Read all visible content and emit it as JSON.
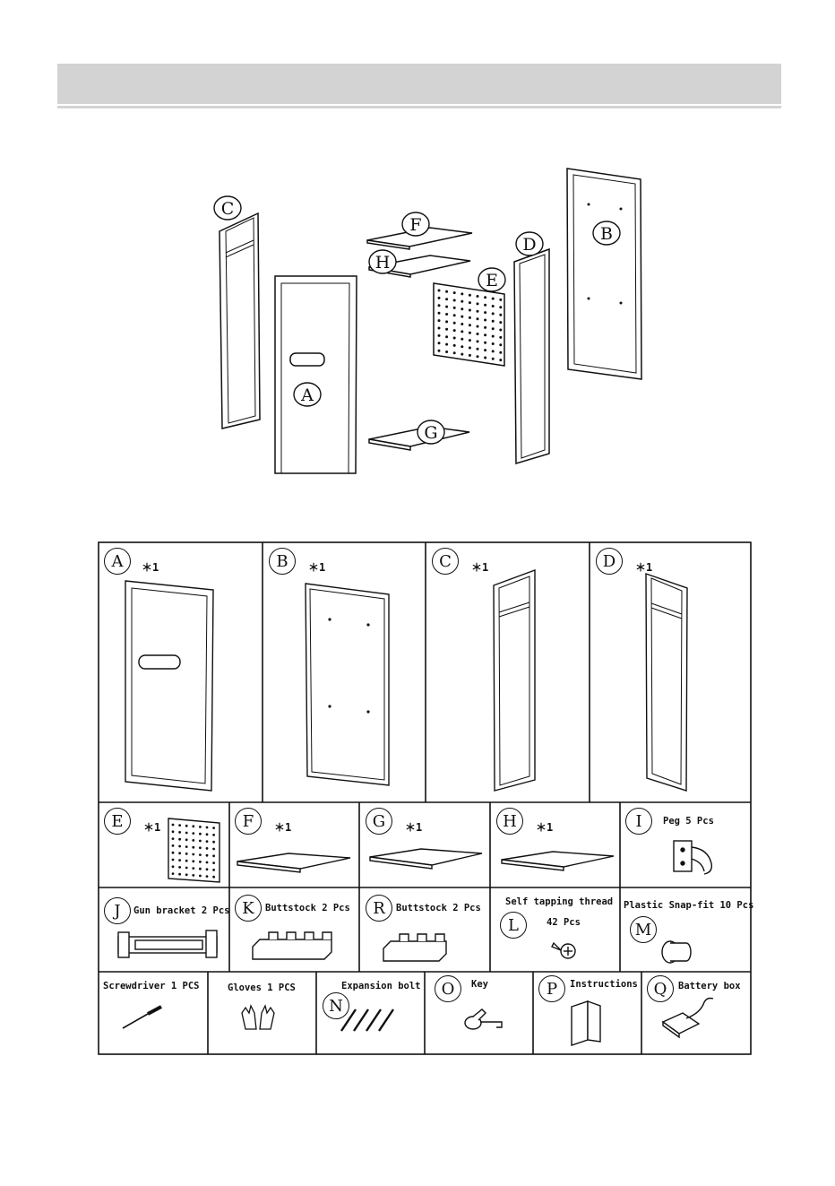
{
  "exploded_view": {
    "callouts": [
      "A",
      "B",
      "C",
      "D",
      "E",
      "F",
      "G",
      "H"
    ]
  },
  "parts": {
    "A": {
      "letter": "A",
      "qty": "＊1"
    },
    "B": {
      "letter": "B",
      "qty": "＊1"
    },
    "C": {
      "letter": "C",
      "qty": "＊1"
    },
    "D": {
      "letter": "D",
      "qty": "＊1"
    },
    "E": {
      "letter": "E",
      "qty": "＊1"
    },
    "F": {
      "letter": "F",
      "qty": "＊1"
    },
    "G": {
      "letter": "G",
      "qty": "＊1"
    },
    "H": {
      "letter": "H",
      "qty": "＊1"
    },
    "I": {
      "letter": "I",
      "desc": "Peg  5 Pcs"
    },
    "J": {
      "letter": "J",
      "desc": "Gun bracket 2 Pcs"
    },
    "K": {
      "letter": "K",
      "desc": "Buttstock  2 Pcs"
    },
    "R": {
      "letter": "R",
      "desc": "Buttstock  2 Pcs"
    },
    "L": {
      "letter": "L",
      "desc": "Self tapping thread",
      "desc2": "42 Pcs"
    },
    "M": {
      "letter": "M",
      "desc": "Plastic Snap-fit  10 Pcs"
    },
    "screwdriver": {
      "desc": "Screwdriver   1 PCS"
    },
    "gloves": {
      "desc": "Gloves  1 PCS"
    },
    "N": {
      "letter": "N",
      "desc": "Expansion bolt"
    },
    "O": {
      "letter": "O",
      "desc": "Key"
    },
    "P": {
      "letter": "P",
      "desc": "Instructions"
    },
    "Q": {
      "letter": "Q",
      "desc": "Battery box"
    }
  }
}
